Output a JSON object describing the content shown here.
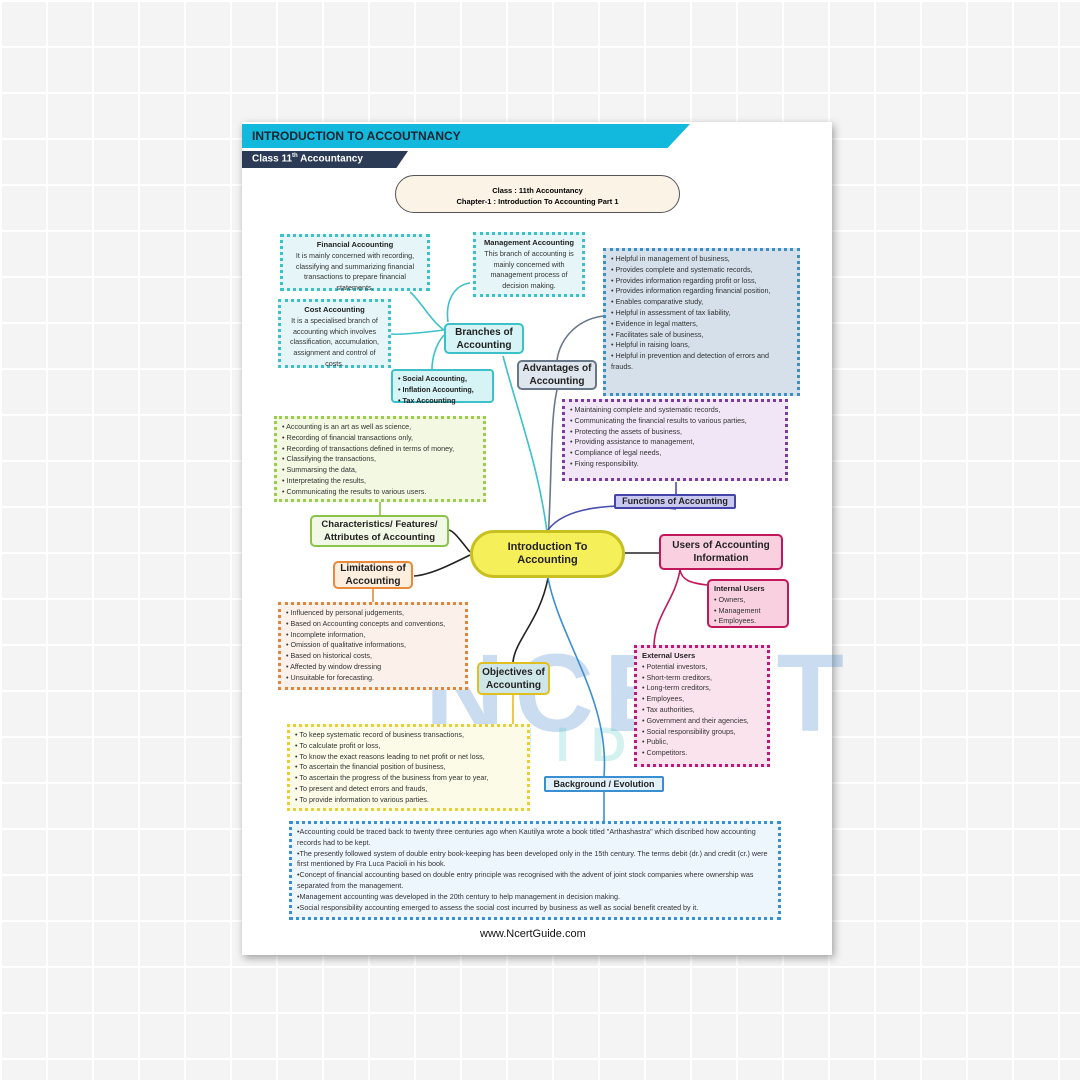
{
  "header": {
    "title": "INTRODUCTION TO ACCOUTNANCY",
    "subtitle_pre": "Class 11",
    "subtitle_sup": "th",
    "subtitle_post": " Accountancy"
  },
  "title_pill": {
    "line1": "Class : 11th Accountancy",
    "line2": "Chapter-1 : Introduction To Accounting Part 1"
  },
  "center": "Introduction To Accounting",
  "branches": {
    "label": "Branches of Accounting",
    "financial": {
      "title": "Financial Accounting",
      "text": "It is mainly concerned with recording, classifying and summarizing financial transactions to prepare financial statements."
    },
    "management": {
      "title": "Management Accounting",
      "text": "This branch of accounting is mainly concerned with management process of decision making."
    },
    "cost": {
      "title": "Cost Accounting",
      "text": "It is a specialised branch of accounting which involves classification, accumulation, assignment and control of costs."
    },
    "others": [
      "Social Accounting,",
      "Inflation Accounting,",
      "Tax Accounting"
    ]
  },
  "advantages": {
    "label": "Advantages of Accounting",
    "items": [
      "Helpful in management of business,",
      "Provides complete and systematic records,",
      "Provides information regarding profit or loss,",
      "Provides information regarding financial position,",
      "Enables comparative study,",
      "Helpful in assessment of tax liability,",
      "Evidence in legal matters,",
      "Facilitates sale of business,",
      "Helpful in raising loans,",
      "Helpful in prevention and detection of errors and frauds."
    ]
  },
  "functions": {
    "label": "Functions of Accounting",
    "items": [
      "Maintaining complete and systematic records,",
      "Communicating the financial results to various parties,",
      "Protecting the assets of business,",
      "Providing assistance to management,",
      "Compliance of legal needs,",
      "Fixing responsibility."
    ]
  },
  "characteristics": {
    "label": "Characteristics/ Features/ Attributes of Accounting",
    "items": [
      "Accounting is an art as well as science,",
      "Recording of financial transactions only,",
      "Recording of transactions defined in terms of money,",
      "Classifying the transactions,",
      "Summarsing the data,",
      "Interpretating the results,",
      "Communicating the results to various  users."
    ]
  },
  "limitations": {
    "label": "Limitations of Accounting",
    "items": [
      "Influenced by personal judgements,",
      "Based on Accounting concepts and conventions,",
      "Incomplete information,",
      "Omission of qualitative informations,",
      "Based on historical costs,",
      "Affected by window dressing",
      "Unsuitable for forecasting."
    ]
  },
  "users": {
    "label": "Users of Accounting Information",
    "internal_title": "Internal Users",
    "internal": [
      "Owners,",
      "Management",
      "Employees."
    ],
    "external_title": "External Users",
    "external": [
      "Potential investors,",
      "Short-term creditors,",
      "Long-term creditors,",
      "Employees,",
      "Tax authorities,",
      "Government and their agencies,",
      "Social responsibility groups,",
      "Public,",
      "Competitors."
    ]
  },
  "objectives": {
    "label": "Objectives of Accounting",
    "items": [
      "To keep systematic record of business transactions,",
      "To calculate profit or loss,",
      "To know the exact reasons leading to net profit  or net loss,",
      "To ascertain the financial position of business,",
      "To ascertain the progress of the business from  year to year,",
      "To present and detect errors and frauds,",
      "To provide information to various parties."
    ]
  },
  "background": {
    "label": "Background / Evolution",
    "items": [
      "Accounting could be traced back to twenty three centuries ago when Kautilya wrote a book titled \"Arthashastra\" which discribed how accounting records had to be kept.",
      "The presently followed system of double entry book-keeping has been developed only in the 15th century. The terms debit (dr.) and credit (cr.) were first mentioned by Fra Luca Pacioli in his book.",
      "Concept of financial accounting based on double entry principle was recognised with the advent of joint stock companies where ownership was separated from the management.",
      "Management accounting was developed in the 20th century to help management in decision making.",
      "Social responsibility accounting emerged to assess the social cost incurred by business as well as social benefit created by it."
    ]
  },
  "watermark": {
    "line1": "NCERT",
    "line2": "GUIDE"
  },
  "footer": "www.NcertGuide.com"
}
